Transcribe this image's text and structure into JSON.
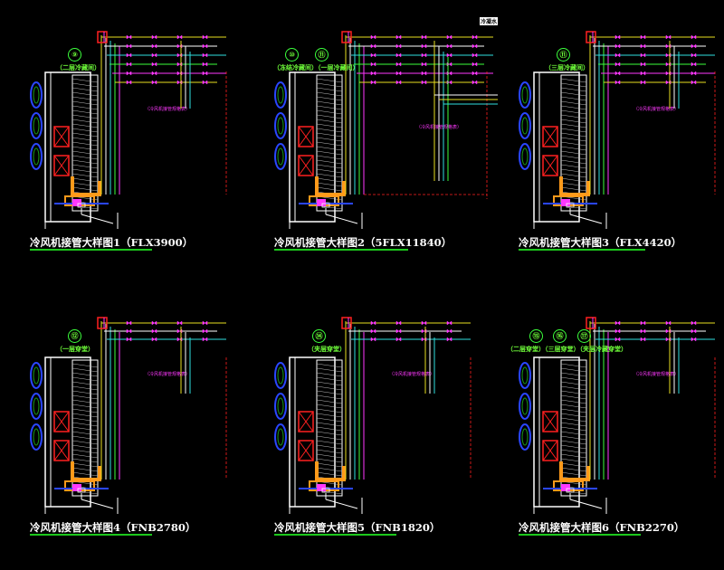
{
  "panels": [
    {
      "title": "冷风机接管大样图1（FLX3900）",
      "circles": [
        "⑨"
      ],
      "tags": [
        "（二层冷藏间）"
      ],
      "note": "（冷风机接管规格表）"
    },
    {
      "title": "冷风机接管大样图2（5FLX11840）",
      "circles": [
        "⑩",
        "⑪"
      ],
      "tags": [
        "（冻结冷藏间）（一层冷藏间）"
      ],
      "note": "（冷风机接管规格表）",
      "label": "冷凝水"
    },
    {
      "title": "冷风机接管大样图3（FLX4420）",
      "circles": [
        "⑪"
      ],
      "tags": [
        "（三层冷藏间）"
      ],
      "note": "（冷风机接管规格表）"
    },
    {
      "title": "冷风机接管大样图4（FNB2780）",
      "circles": [
        "⑫"
      ],
      "tags": [
        "（一层穿堂）"
      ],
      "note": "（冷风机接管规格表）"
    },
    {
      "title": "冷风机接管大样图5（FNB1820）",
      "circles": [
        "⑭"
      ],
      "tags": [
        "（夹层穿堂）"
      ],
      "note": "（冷风机接管规格表）"
    },
    {
      "title": "冷风机接管大样图6（FNB2270）",
      "circles": [
        "⑮",
        "⑯",
        "⑰"
      ],
      "tags": [
        "（二层穿堂）（三层穿堂）（夹层冷藏穿堂）"
      ],
      "note": "（冷风机接管规格表）"
    }
  ],
  "colors": {
    "background": "#000000",
    "green": "#3cff3c",
    "magenta": "#ff38ff",
    "cyan": "#30e0e0",
    "yellow": "#e8e020",
    "orange": "#ff9a1a",
    "red": "#ff2020",
    "white": "#ffffff",
    "blue": "#2a46ff"
  }
}
